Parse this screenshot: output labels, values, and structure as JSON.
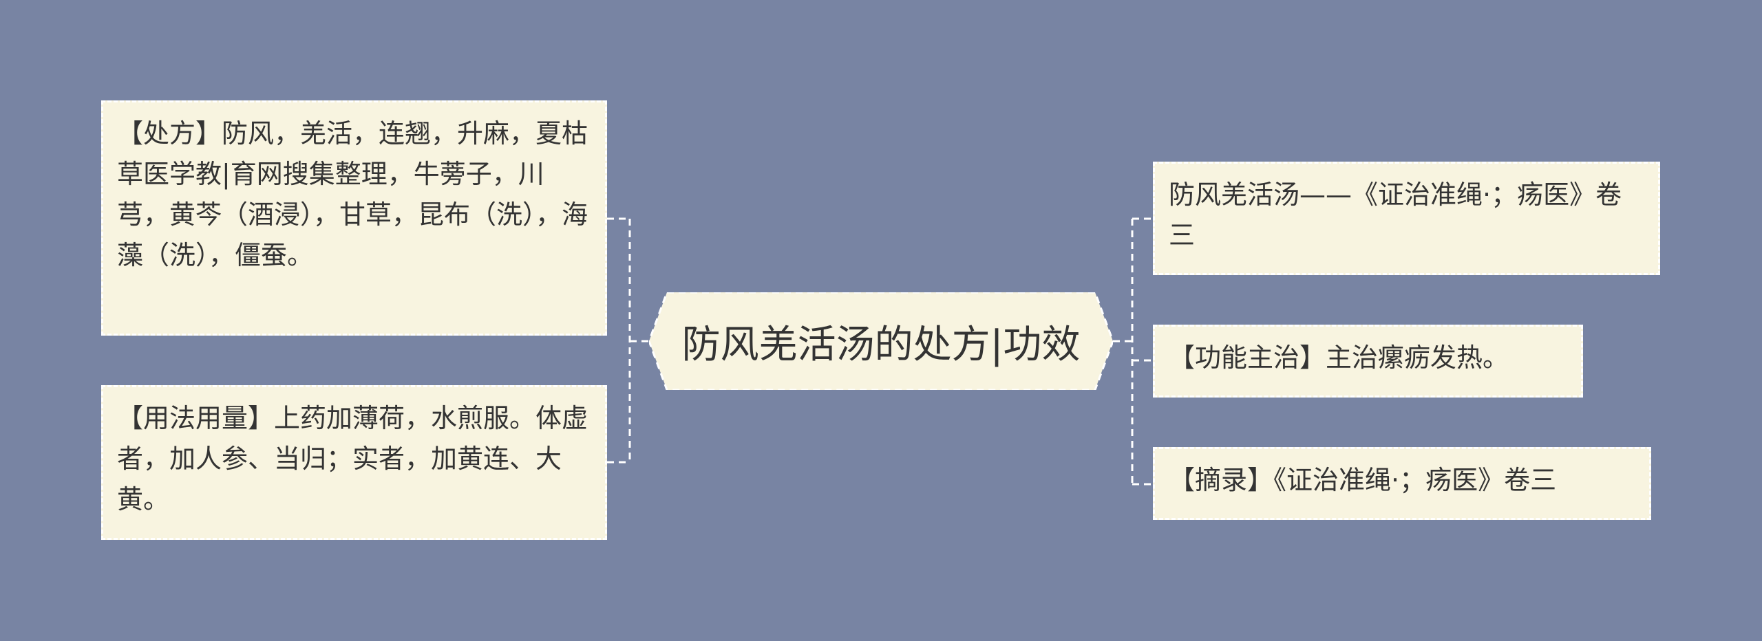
{
  "mindmap": {
    "root": {
      "label": "防风羌活汤的处方|功效"
    },
    "left": [
      {
        "label": "【处方】防风，羌活，连翘，升麻，夏枯草医学教|育网搜集整理，牛蒡子，川芎，黄芩（酒浸），甘草，昆布（洗），海藻（洗），僵蚕。"
      },
      {
        "label": "【用法用量】上药加薄荷，水煎服。体虚者，加人参、当归；实者，加黄连、大黄。"
      }
    ],
    "right": [
      {
        "label": "防风羌活汤——《证治准绳·；疡医》卷三"
      },
      {
        "label": "【功能主治】主治瘰疬发热。"
      },
      {
        "label": "【摘录】《证治准绳·；疡医》卷三"
      }
    ]
  },
  "colors": {
    "background": "#7884a3",
    "node_fill": "#f8f4e0",
    "node_border": "#ffffff",
    "text": "#333333",
    "connector": "#ffffff"
  }
}
